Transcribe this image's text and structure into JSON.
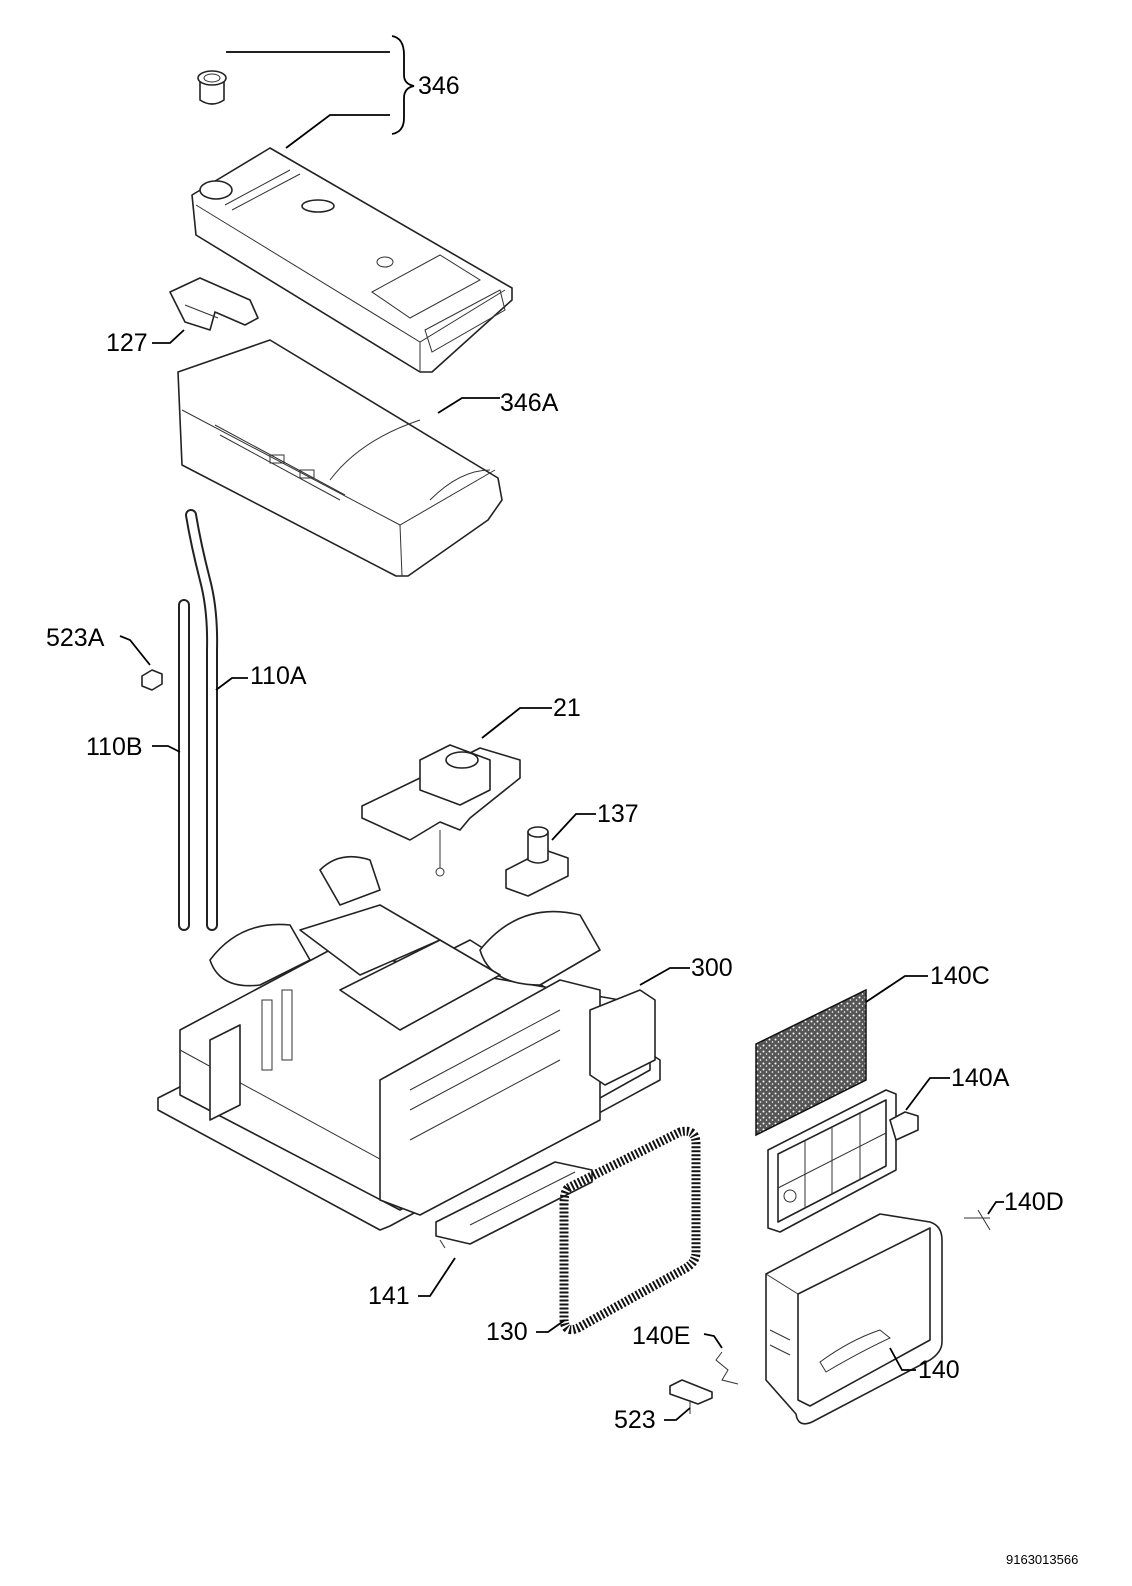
{
  "diagram": {
    "document_number": "9163013566",
    "parts": [
      {
        "id": "346",
        "label": "346"
      },
      {
        "id": "127",
        "label": "127"
      },
      {
        "id": "346A",
        "label": "346A"
      },
      {
        "id": "523A",
        "label": "523A"
      },
      {
        "id": "110A",
        "label": "110A"
      },
      {
        "id": "110B",
        "label": "110B"
      },
      {
        "id": "21",
        "label": "21"
      },
      {
        "id": "137",
        "label": "137"
      },
      {
        "id": "300",
        "label": "300"
      },
      {
        "id": "140C",
        "label": "140C"
      },
      {
        "id": "140A",
        "label": "140A"
      },
      {
        "id": "140D",
        "label": "140D"
      },
      {
        "id": "141",
        "label": "141"
      },
      {
        "id": "130",
        "label": "130"
      },
      {
        "id": "140E",
        "label": "140E"
      },
      {
        "id": "140",
        "label": "140"
      },
      {
        "id": "523",
        "label": "523"
      }
    ]
  }
}
